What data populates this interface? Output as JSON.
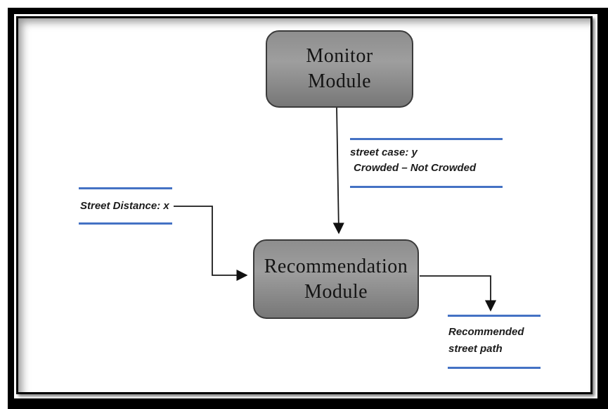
{
  "nodes": {
    "monitor": {
      "line1": "Monitor",
      "line2": "Module"
    },
    "recommendation": {
      "line1": "Recommendation",
      "line2": "Module"
    }
  },
  "labels": {
    "street_case": {
      "line1": "street case: y",
      "line2": "Crowded – Not Crowded"
    },
    "street_distance": {
      "line1": "Street Distance: x"
    },
    "recommended_path": {
      "line1": "Recommended",
      "line2": "street path"
    }
  },
  "colors": {
    "accent_blue": "#4472C4",
    "node_fill_top": "#8e8e8e",
    "node_fill_light": "#9e9e9e",
    "node_fill_dark": "#777777",
    "node_border": "#3b3b3b",
    "arrow": "#1a1a1a",
    "frame": "#000000"
  }
}
